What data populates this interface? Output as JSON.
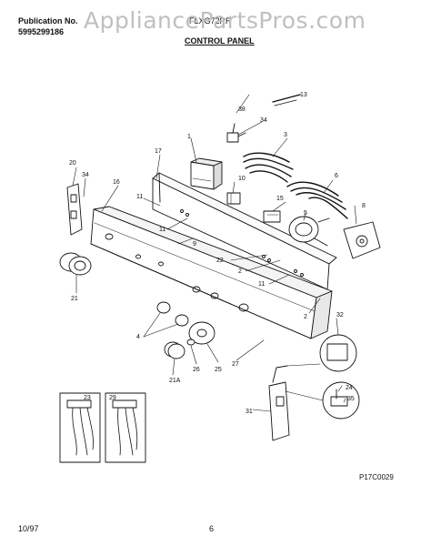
{
  "header": {
    "publication_label": "Publication No.",
    "publication_number": "5995299186",
    "model": "FLXG72RR",
    "section_title": "CONTROL PANEL"
  },
  "watermark": "AppliancePartsPros.com",
  "callouts": {
    "p1": "1",
    "p2": "2",
    "p2b": "2",
    "p3": "3",
    "p4": "4",
    "p5": "5",
    "p6": "6",
    "p8": "8",
    "p9": "9",
    "p10": "10",
    "p11a": "11",
    "p11b": "11",
    "p11c": "11",
    "p13": "13",
    "p15": "15",
    "p16": "16",
    "p17": "17",
    "p20": "20",
    "p21": "21",
    "p21a": "21A",
    "p22": "22",
    "p23": "23",
    "p24": "24",
    "p25": "25",
    "p26": "26",
    "p27": "27",
    "p29": "29",
    "p31": "31",
    "p32": "32",
    "p34a": "34",
    "p34b": "34",
    "p35": "35",
    "p38": "38"
  },
  "diagram_code": "P17C0029",
  "footer": {
    "date": "10/97",
    "page": "6"
  }
}
